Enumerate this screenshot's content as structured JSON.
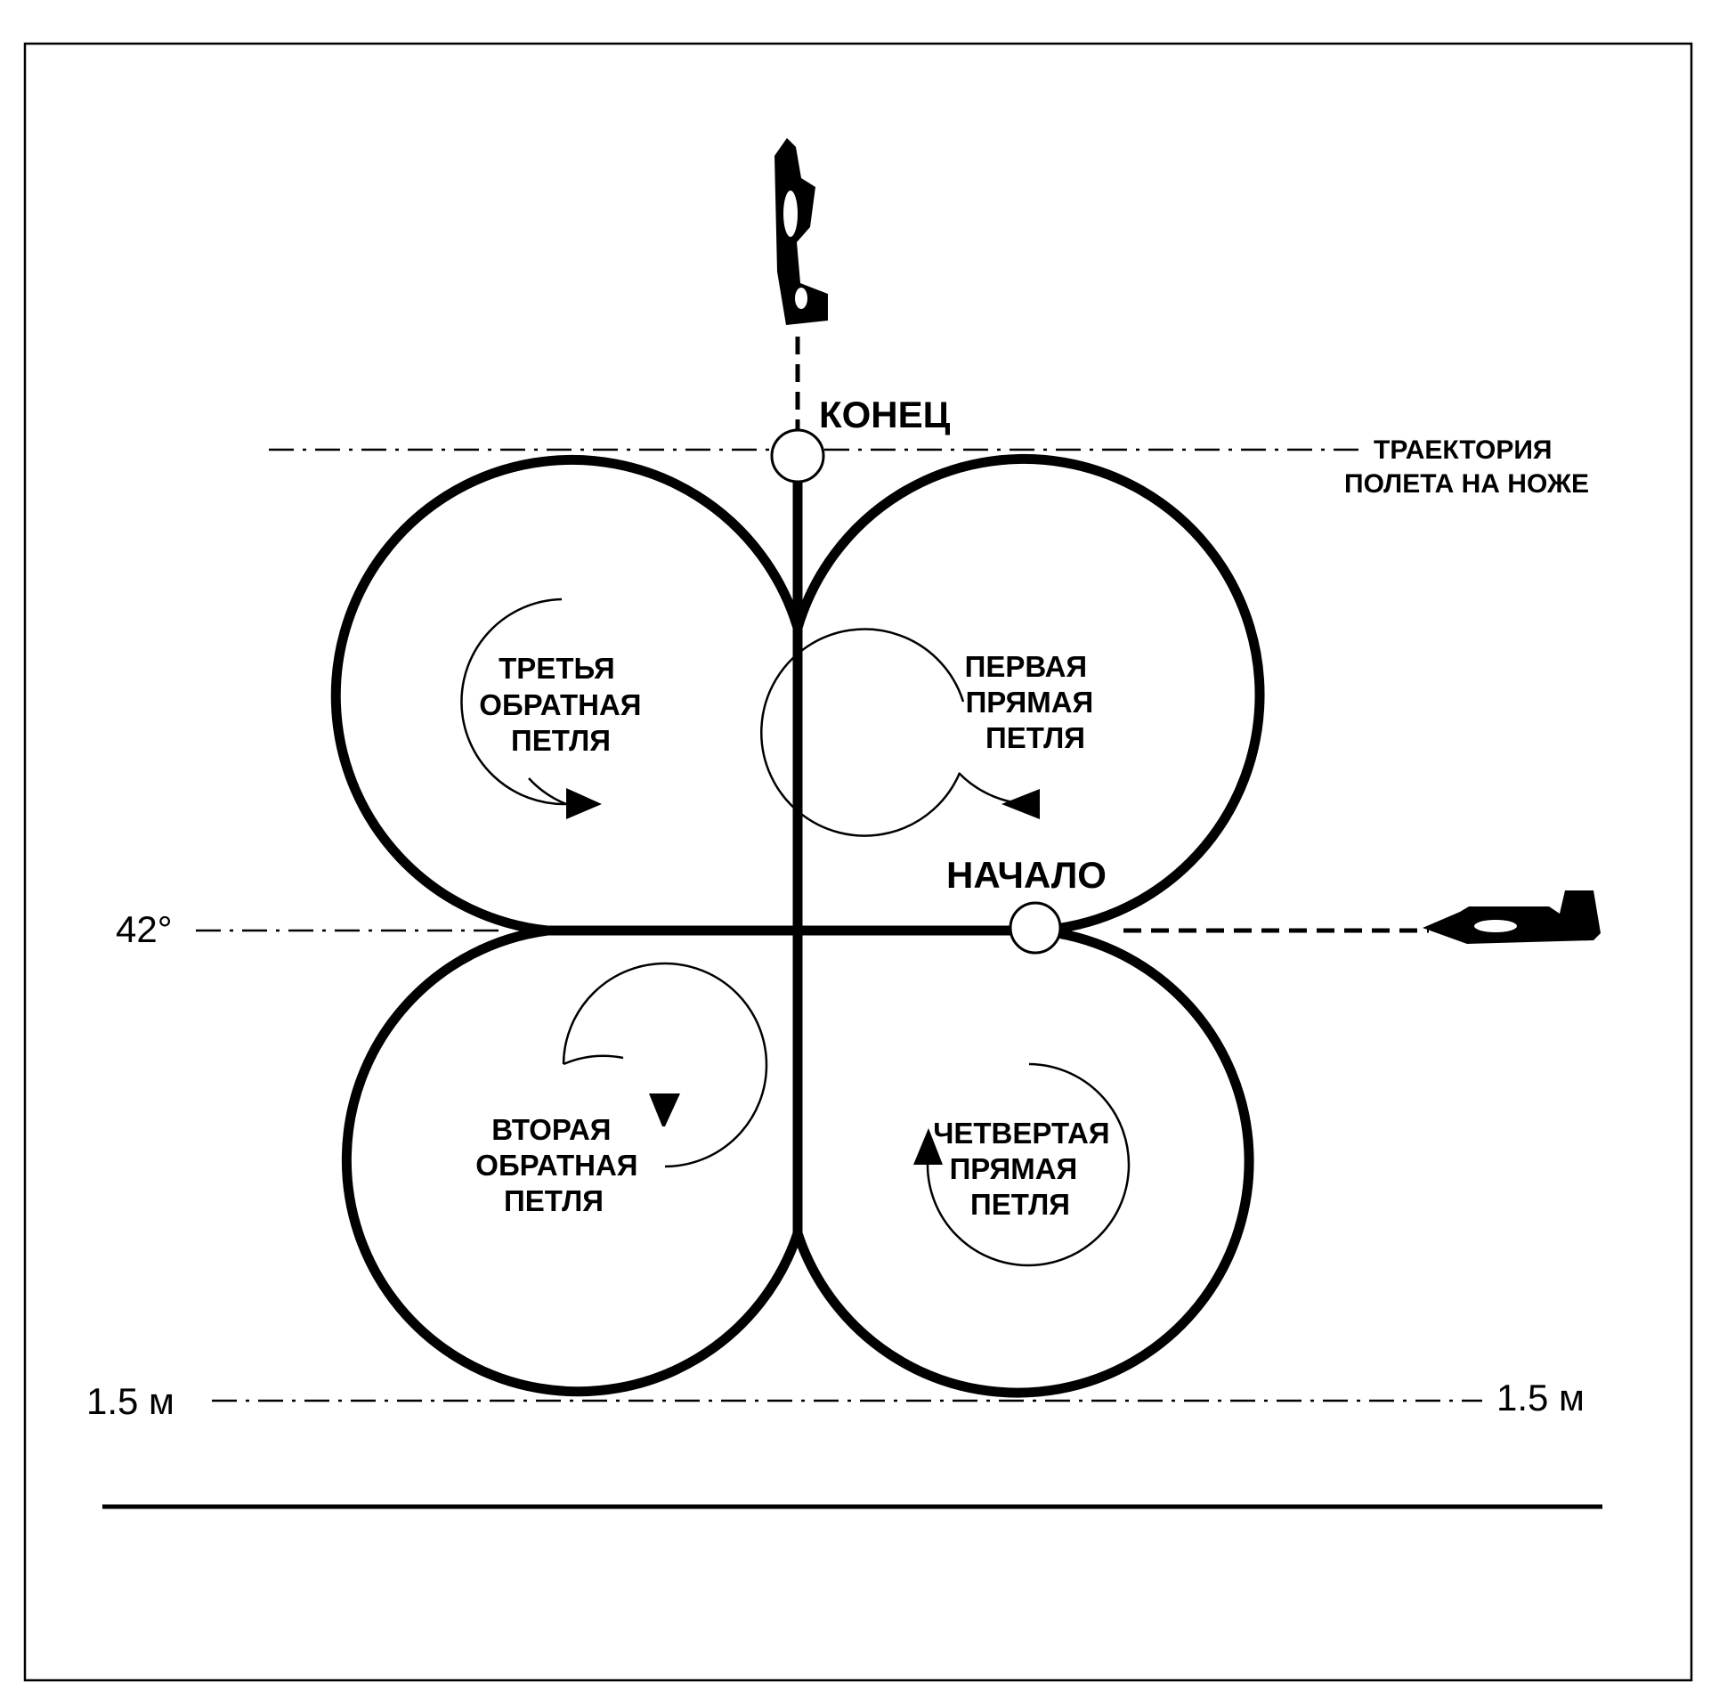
{
  "diagram": {
    "points": {
      "start": "НАЧАЛО",
      "end": "КОНЕЦ"
    },
    "trajectory_label": {
      "line1": "ТРАЕКТОРИЯ",
      "line2": "ПОЛЕТА НА НОЖЕ"
    },
    "angle_label": "42°",
    "altitude_left": "1.5 м",
    "altitude_right": "1.5 м",
    "loops": {
      "first": {
        "line1": "ПЕРВАЯ",
        "line2": "ПРЯМАЯ",
        "line3": "ПЕТЛЯ"
      },
      "second": {
        "line1": "ВТОРАЯ",
        "line2": "ОБРАТНАЯ",
        "line3": "ПЕТЛЯ"
      },
      "third": {
        "line1": "ТРЕТЬЯ",
        "line2": "ОБРАТНАЯ",
        "line3": "ПЕТЛЯ"
      },
      "fourth": {
        "line1": "ЧЕТВЕРТАЯ",
        "line2": "ПРЯМАЯ",
        "line3": "ПЕТЛЯ"
      }
    },
    "icons": [
      "airplane-icon",
      "airplane-vertical-icon",
      "rotation-arrow-icon"
    ]
  }
}
